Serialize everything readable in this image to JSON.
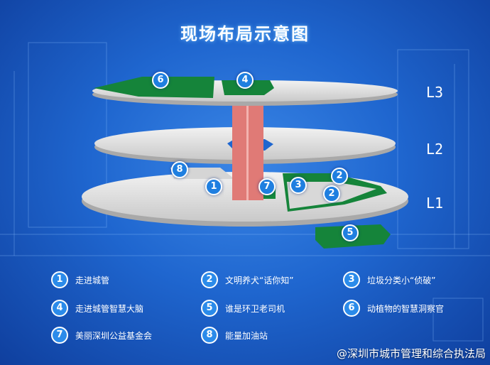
{
  "title": "现场布局示意图",
  "levels": [
    "L3",
    "L2",
    "L1"
  ],
  "markers": [
    "6",
    "4",
    "8",
    "1",
    "7",
    "3",
    "2",
    "2",
    "5"
  ],
  "legend": [
    {
      "num": "1",
      "label": "走进城管"
    },
    {
      "num": "2",
      "label": "文明养犬“话你知”"
    },
    {
      "num": "3",
      "label": "垃圾分类小“侦破”"
    },
    {
      "num": "4",
      "label": "走进城管智慧大脑"
    },
    {
      "num": "5",
      "label": "谁是环卫老司机"
    },
    {
      "num": "6",
      "label": "动植物的智慧洞察官"
    },
    {
      "num": "7",
      "label": "美丽深圳公益基金会"
    },
    {
      "num": "8",
      "label": "能量加油站"
    }
  ],
  "watermark": "@深圳市城市管理和综合执法局",
  "colors": {
    "background": "#1f66cf",
    "platform": "#d8d8d8",
    "zone_green": "#15843a",
    "column_red": "#e07a76",
    "marker_blue": "#1f7fe0"
  }
}
